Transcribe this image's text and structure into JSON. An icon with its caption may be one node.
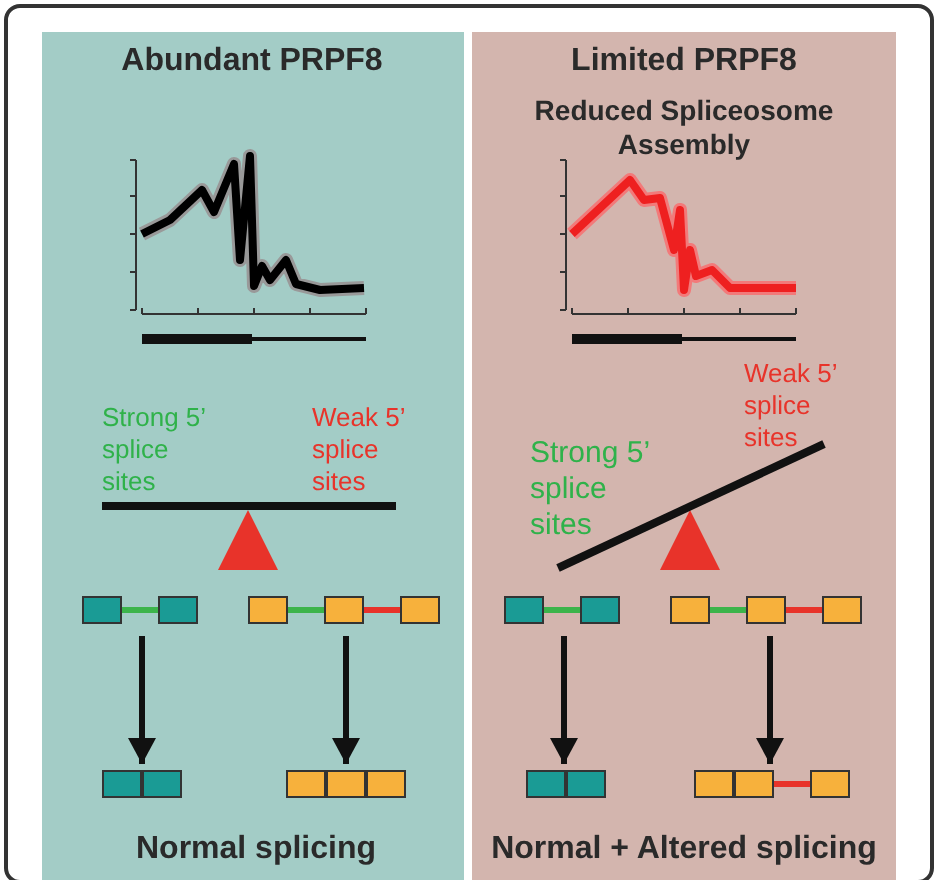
{
  "diagram": {
    "nodes": [
      {
        "text": [
          "Abundant PRPF8",
          "Normal splicing"
        ]
      },
      {
        "text": [
          "Limited PRPF8",
          "Reduced Spliceosome Assembly",
          "Normal + Altered splicing"
        ]
      },
      {
        "text": [],
        "shape": "picture",
        "in": 0
      },
      {
        "text": [],
        "shape": "picture",
        "in": 0
      },
      {
        "text": [],
        "shape": "picture",
        "in": 0
      },
      {
        "text": [],
        "shape": "picture",
        "in": 0
      },
      {
        "text": [],
        "shape": "picture",
        "in": 1
      },
      {
        "text": [],
        "shape": "picture",
        "in": 1
      },
      {
        "text": [],
        "shape": "picture",
        "in": 1
      },
      {
        "text": [],
        "shape": "picture",
        "in": 1
      }
    ],
    "edges": [
      {
        "from": 2,
        "to": 4,
        "arrow": "to"
      },
      {
        "from": 3,
        "to": 5,
        "arrow": "to"
      },
      {
        "from": 6,
        "to": 8,
        "arrow": "to"
      },
      {
        "from": 7,
        "to": 9,
        "arrow": "to"
      }
    ],
    "labels": [
      "Strong 5’ splice sites",
      "Weak 5’ splice sites",
      "Strong 5’ splice sites",
      "Weak 5’ splice sites"
    ]
  }
}
